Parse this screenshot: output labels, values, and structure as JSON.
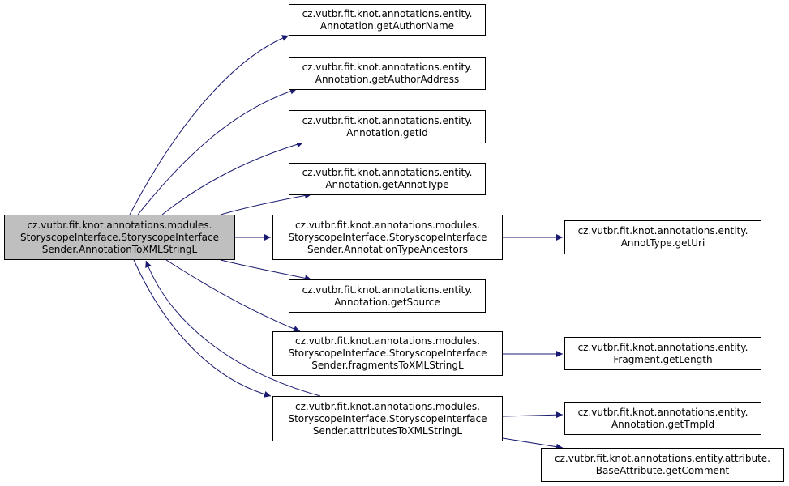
{
  "colors": {
    "edge": "#191970",
    "root_fill": "#bfbfbf",
    "node_fill": "#ffffff",
    "border": "#000000"
  },
  "nodes": [
    {
      "id": "root",
      "lines": [
        "cz.vutbr.fit.knot.annotations.modules.",
        "StoryscopeInterface.StoryscopeInterface",
        "Sender.AnnotationToXMLStringL"
      ]
    },
    {
      "id": "getAuthorName",
      "lines": [
        "cz.vutbr.fit.knot.annotations.entity.",
        "Annotation.getAuthorName"
      ]
    },
    {
      "id": "getAuthorAddress",
      "lines": [
        "cz.vutbr.fit.knot.annotations.entity.",
        "Annotation.getAuthorAddress"
      ]
    },
    {
      "id": "getId",
      "lines": [
        "cz.vutbr.fit.knot.annotations.entity.",
        "Annotation.getId"
      ]
    },
    {
      "id": "getAnnotType",
      "lines": [
        "cz.vutbr.fit.knot.annotations.entity.",
        "Annotation.getAnnotType"
      ]
    },
    {
      "id": "annotationTypeAncestors",
      "lines": [
        "cz.vutbr.fit.knot.annotations.modules.",
        "StoryscopeInterface.StoryscopeInterface",
        "Sender.AnnotationTypeAncestors"
      ]
    },
    {
      "id": "getUri",
      "lines": [
        "cz.vutbr.fit.knot.annotations.entity.",
        "AnnotType.getUri"
      ]
    },
    {
      "id": "getSource",
      "lines": [
        "cz.vutbr.fit.knot.annotations.entity.",
        "Annotation.getSource"
      ]
    },
    {
      "id": "fragmentsToXMLStringL",
      "lines": [
        "cz.vutbr.fit.knot.annotations.modules.",
        "StoryscopeInterface.StoryscopeInterface",
        "Sender.fragmentsToXMLStringL"
      ]
    },
    {
      "id": "getLength",
      "lines": [
        "cz.vutbr.fit.knot.annotations.entity.",
        "Fragment.getLength"
      ]
    },
    {
      "id": "attributesToXMLStringL",
      "lines": [
        "cz.vutbr.fit.knot.annotations.modules.",
        "StoryscopeInterface.StoryscopeInterface",
        "Sender.attributesToXMLStringL"
      ]
    },
    {
      "id": "getTmpId",
      "lines": [
        "cz.vutbr.fit.knot.annotations.entity.",
        "Annotation.getTmpId"
      ]
    },
    {
      "id": "getComment",
      "lines": [
        "cz.vutbr.fit.knot.annotations.entity.attribute.",
        "BaseAttribute.getComment"
      ]
    }
  ],
  "edges": [
    {
      "from": "root",
      "to": "getAuthorName"
    },
    {
      "from": "root",
      "to": "getAuthorAddress"
    },
    {
      "from": "root",
      "to": "getId"
    },
    {
      "from": "root",
      "to": "getAnnotType"
    },
    {
      "from": "root",
      "to": "annotationTypeAncestors"
    },
    {
      "from": "root",
      "to": "getSource"
    },
    {
      "from": "root",
      "to": "fragmentsToXMLStringL"
    },
    {
      "from": "root",
      "to": "attributesToXMLStringL"
    },
    {
      "from": "attributesToXMLStringL",
      "to": "root"
    },
    {
      "from": "annotationTypeAncestors",
      "to": "getUri"
    },
    {
      "from": "fragmentsToXMLStringL",
      "to": "getLength"
    },
    {
      "from": "attributesToXMLStringL",
      "to": "getTmpId"
    },
    {
      "from": "attributesToXMLStringL",
      "to": "getComment"
    }
  ]
}
